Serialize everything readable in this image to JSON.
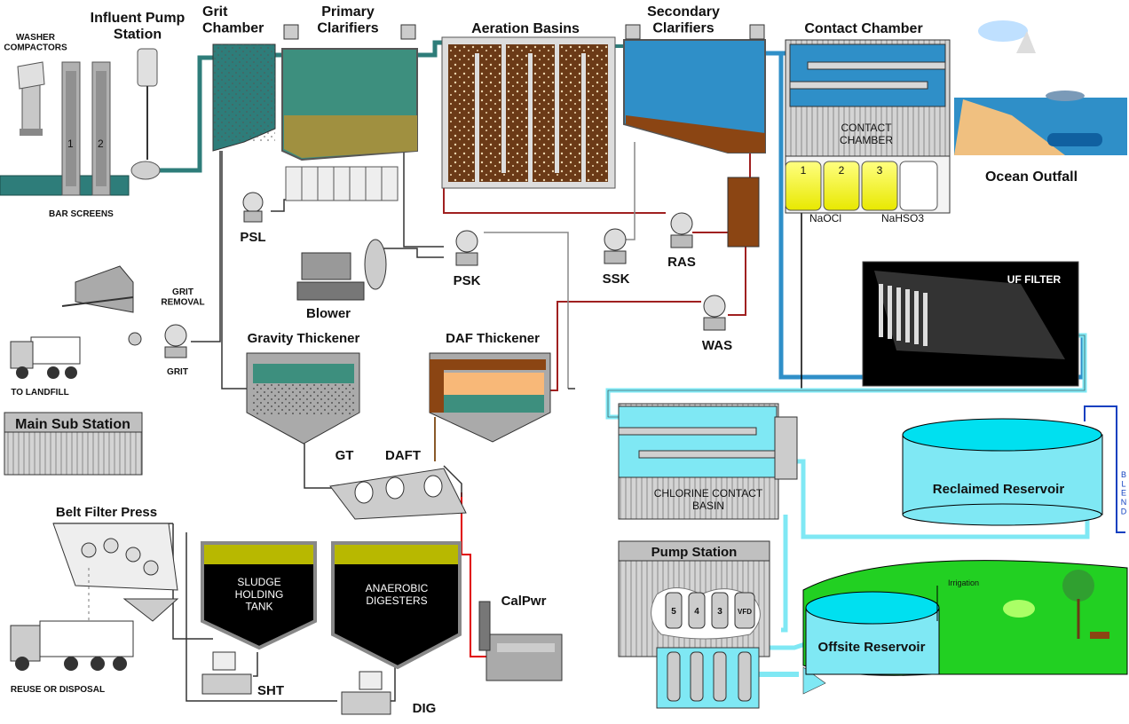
{
  "labels": {
    "washer_compactors": "WASHER\nCOMPACTORS",
    "influent_pump_station": "Influent Pump\nStation",
    "grit_chamber": "Grit\nChamber",
    "primary_clarifiers": "Primary\nClarifiers",
    "aeration_basins": "Aeration Basins",
    "secondary_clarifiers": "Secondary\nClarifiers",
    "contact_chamber": "Contact Chamber",
    "contact_chamber_inner": "CONTACT\nCHAMBER",
    "ocean_outfall": "Ocean Outfall",
    "bar_screens": "BAR SCREENS",
    "screen_1": "1",
    "screen_2": "2",
    "psl": "PSL",
    "psk": "PSK",
    "ssk": "SSK",
    "ras": "RAS",
    "was": "WAS",
    "blower": "Blower",
    "grit_removal": "GRIT\nREMOVAL",
    "grit": "GRIT",
    "to_landfill": "TO LANDFILL",
    "gravity_thickener": "Gravity Thickener",
    "daf_thickener": "DAF Thickener",
    "uf_filter": "UF FILTER",
    "main_sub_station": "Main Sub Station",
    "gt": "GT",
    "daft": "DAFT",
    "chlorine_contact_basin": "CHLORINE CONTACT\nBASIN",
    "reclaimed_reservoir": "Reclaimed Reservoir",
    "blend": "B\nL\nE\nN\nD",
    "belt_filter_press": "Belt Filter Press",
    "reuse_or_disposal": "REUSE OR DISPOSAL",
    "sludge_holding_tank": "SLUDGE\nHOLDING\nTANK",
    "anaerobic_digesters": "ANAEROBIC\nDIGESTERS",
    "calpwr": "CalPwr",
    "pump_station": "Pump Station",
    "offsite_reservoir": "Offsite Reservoir",
    "irrigation": "Irrigation",
    "sht": "SHT",
    "dig": "DIG",
    "naocl": "NaOCl",
    "nahso3": "NaHSO3",
    "chem_tanks": [
      "1",
      "2",
      "3"
    ],
    "pumps": [
      "5",
      "4",
      "3",
      "VFD"
    ]
  },
  "colors": {
    "effluent": "#2f8fc8",
    "reclaimed": "#7fe8f4",
    "sludge": "#a02020",
    "aeration": "#6b3a17",
    "grit_water": "#2e7d7a",
    "sludge_yellow": "#b8b800",
    "grass": "#22d022"
  }
}
